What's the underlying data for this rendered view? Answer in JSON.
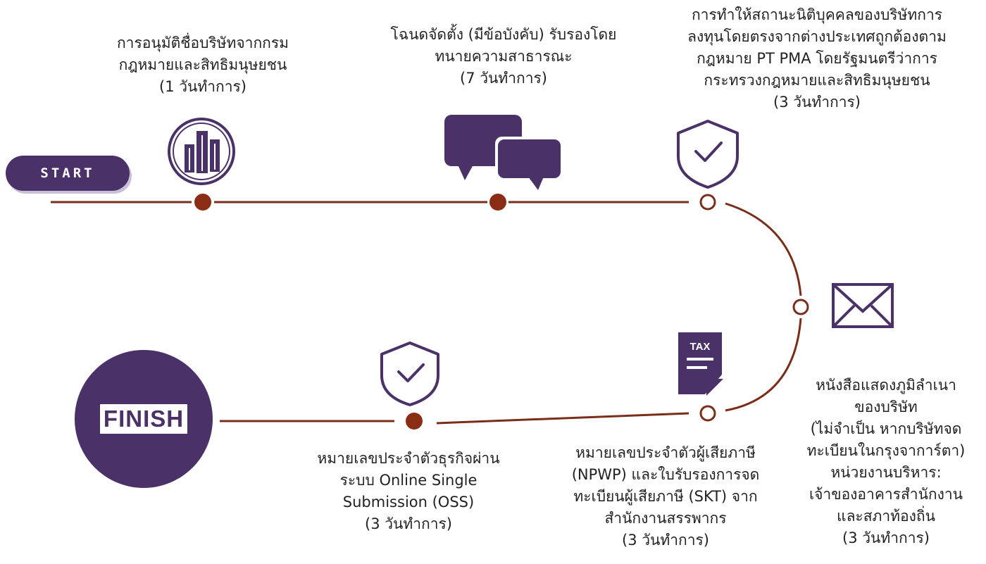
{
  "colors": {
    "purple": "#4a3268",
    "line": "#7a2e1a",
    "text": "#222222"
  },
  "start_label": "START",
  "finish_label": "FINISH",
  "steps": [
    {
      "icon": "buildings-icon",
      "lines": [
        "การอนุมัติชื่อบริษัทจากกรม",
        "กฎหมายและสิทธิมนุษยชน",
        "(1 วันทำการ)"
      ]
    },
    {
      "icon": "chat-bubbles-icon",
      "lines": [
        "โฉนดจัดตั้ง (มีข้อบังคับ) รับรองโดย",
        "ทนายความสาธารณะ",
        "(7 วันทำการ)"
      ]
    },
    {
      "icon": "shield-check-icon",
      "lines": [
        "การทำให้สถานะนิติบุคคลของบริษัทการ",
        "ลงทุนโดยตรงจากต่างประเทศถูกต้องตาม",
        "กฎหมาย PT PMA โดยรัฐมนตรีว่าการ",
        "กระทรวงกฎหมายและสิทธิมนุษยชน",
        "(3 วันทำการ)"
      ]
    },
    {
      "icon": "envelope-icon",
      "lines": [
        "หนังสือแสดงภูมิลำเนา",
        "ของบริษัท",
        "(ไม่จำเป็น หากบริษัทจด",
        "ทะเบียนในกรุงจาการ์ตา)",
        "หน่วยงานบริหาร:",
        "เจ้าของอาคารสำนักงาน",
        "และสภาท้องถิ่น",
        "(3 วันทำการ)"
      ]
    },
    {
      "icon": "tax-document-icon",
      "icon_text": "TAX",
      "lines": [
        "หมายเลขประจำตัวผู้เสียภาษี",
        "(NPWP) และใบรับรองการจด",
        "ทะเบียนผู้เสียภาษี (SKT) จาก",
        "สำนักงานสรรพากร",
        "(3 วันทำการ)"
      ]
    },
    {
      "icon": "shield-check-icon",
      "lines": [
        "หมายเลขประจำตัวธุรกิจผ่าน",
        "ระบบ Online Single",
        "Submission (OSS)",
        "(3 วันทำการ)"
      ]
    }
  ]
}
